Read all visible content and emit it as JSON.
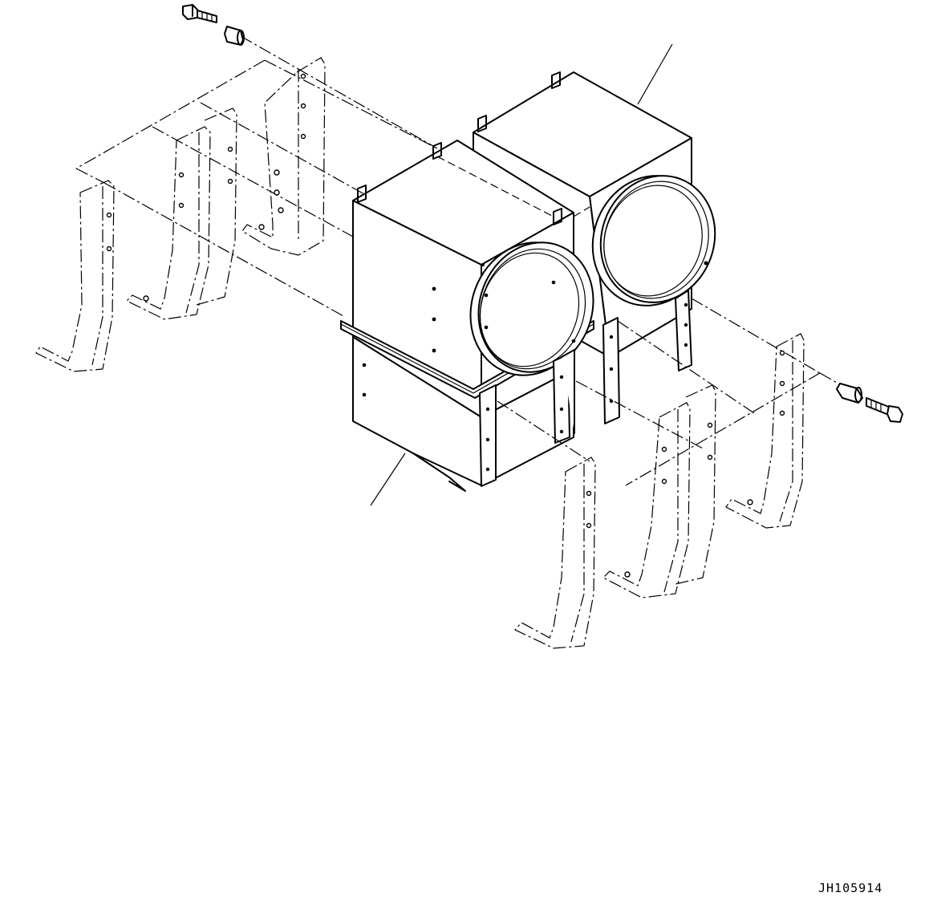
{
  "drawing": {
    "id": "JH105914",
    "colors": {
      "line": "#000000",
      "background": "#ffffff"
    },
    "parts": [
      "bolt",
      "spacer",
      "air-cleaner-upper",
      "air-cleaner-lower",
      "mounting-bracket",
      "leader-line"
    ]
  }
}
